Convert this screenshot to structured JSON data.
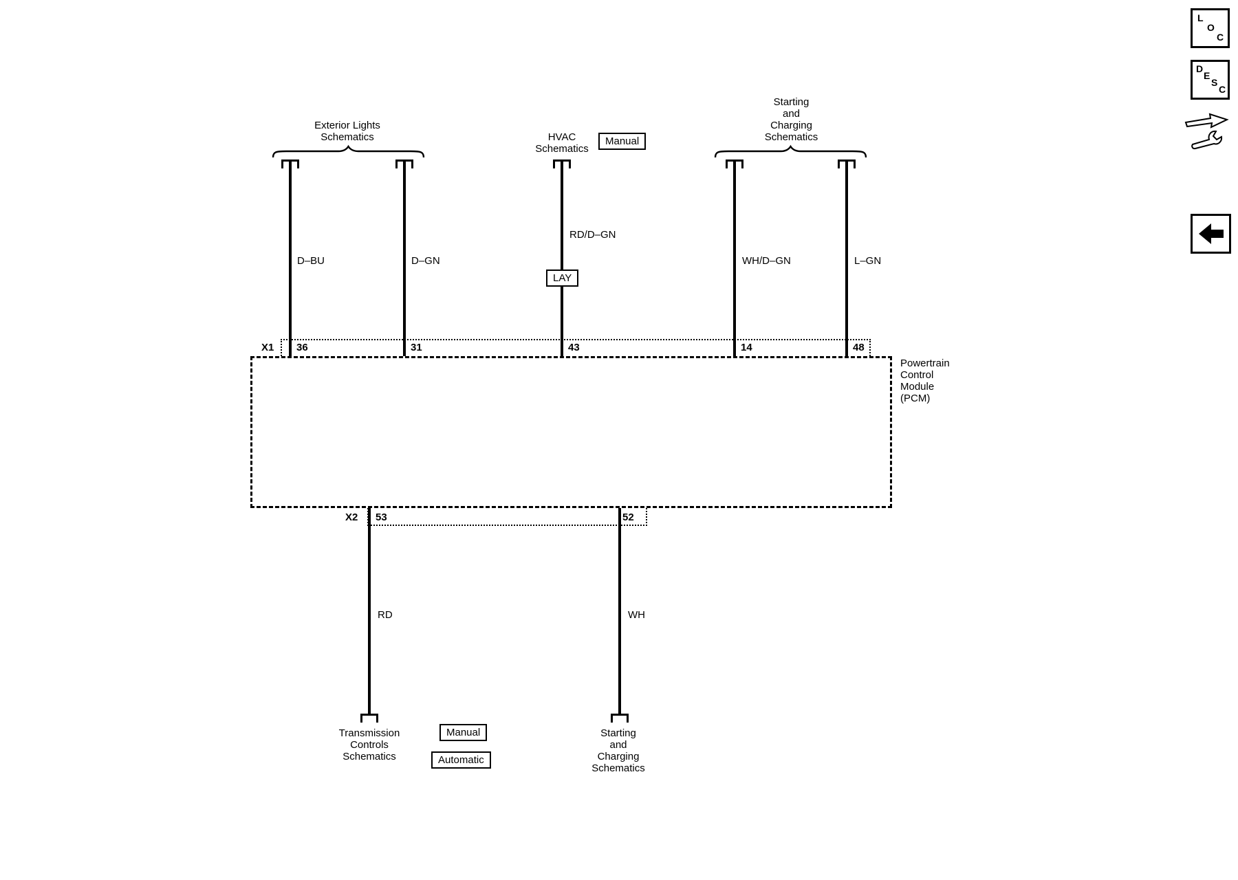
{
  "colors": {
    "ink": "#000000",
    "background": "#ffffff"
  },
  "top_groups": [
    {
      "id": "exterior-lights",
      "title": "Exterior Lights\nSchematics",
      "wires": [
        {
          "color": "D–BU",
          "pin": "36"
        },
        {
          "color": "D–GN",
          "pin": "31"
        }
      ]
    },
    {
      "id": "hvac",
      "title": "HVAC\nSchematics",
      "tag": "Manual",
      "inline_tag": "LAY",
      "wires": [
        {
          "color": "RD/D–GN",
          "pin": "43"
        }
      ]
    },
    {
      "id": "starting-charging",
      "title": "Starting\nand\nCharging\nSchematics",
      "wires": [
        {
          "color": "WH/D–GN",
          "pin": "14"
        },
        {
          "color": "L–GN",
          "pin": "48"
        }
      ]
    }
  ],
  "pcm": {
    "name": "Powertrain\nControl\nModule\n(PCM)",
    "top_connector": "X1",
    "bottom_connector": "X2"
  },
  "bottom_groups": [
    {
      "id": "transmission-controls",
      "title": "Transmission\nControls\nSchematics",
      "tags": [
        "Manual",
        "Automatic"
      ],
      "wires": [
        {
          "color": "RD",
          "pin": "53"
        }
      ]
    },
    {
      "id": "starting-charging-bottom",
      "title": "Starting\nand\nCharging\nSchematics",
      "wires": [
        {
          "color": "WH",
          "pin": "52"
        }
      ]
    }
  ],
  "icons": {
    "loc": {
      "letters": [
        "L",
        "O",
        "C"
      ]
    },
    "desc": {
      "letters": [
        "D",
        "E",
        "S",
        "C"
      ]
    }
  }
}
